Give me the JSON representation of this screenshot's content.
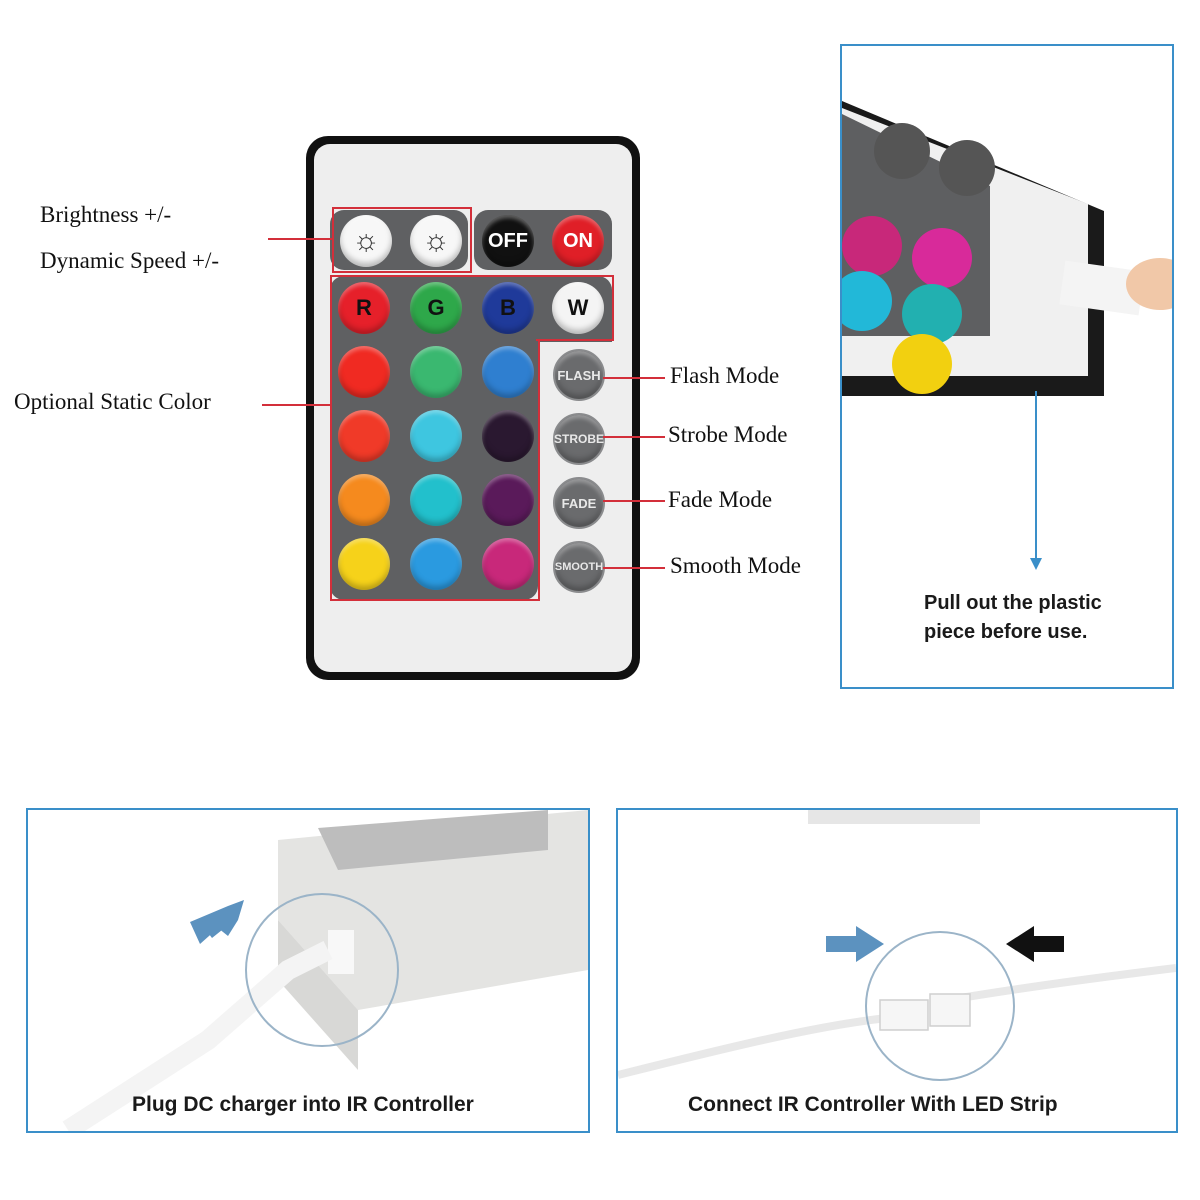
{
  "remote": {
    "buttons": {
      "brightness_up": "☼",
      "brightness_down": "☼",
      "off": "OFF",
      "on": "ON",
      "r": "R",
      "g": "G",
      "b": "B",
      "w": "W",
      "flash": "FLASH",
      "strobe": "STROBE",
      "fade": "FADE",
      "smooth": "SMOOTH"
    },
    "colors": {
      "row1": [
        "#e6202a",
        "#2ea84a",
        "#1f3a9a",
        "#f4f4f4"
      ],
      "row2": [
        "#f02a22",
        "#3ab870",
        "#2f7fd0"
      ],
      "row3": [
        "#f03a28",
        "#3ec6e0",
        "#2a1830"
      ],
      "row4": [
        "#f58a1e",
        "#22c0cc",
        "#5a1a5a"
      ],
      "row5": [
        "#f6d21a",
        "#2a9ae0",
        "#c8287a"
      ]
    }
  },
  "labels": {
    "brightness": "Brightness +/-",
    "dynamic_speed": "Dynamic Speed +/-",
    "static_color": "Optional Static Color",
    "flash": "Flash Mode",
    "strobe": "Strobe Mode",
    "fade": "Fade Mode",
    "smooth": "Smooth Mode"
  },
  "captions": {
    "pull_out": "Pull out the plastic\npiece before use.",
    "plug_dc": "Plug DC charger into IR Controller",
    "connect": "Connect IR Controller With LED Strip"
  },
  "accent": "#3a8fc9",
  "highlight": "#d32f3a"
}
